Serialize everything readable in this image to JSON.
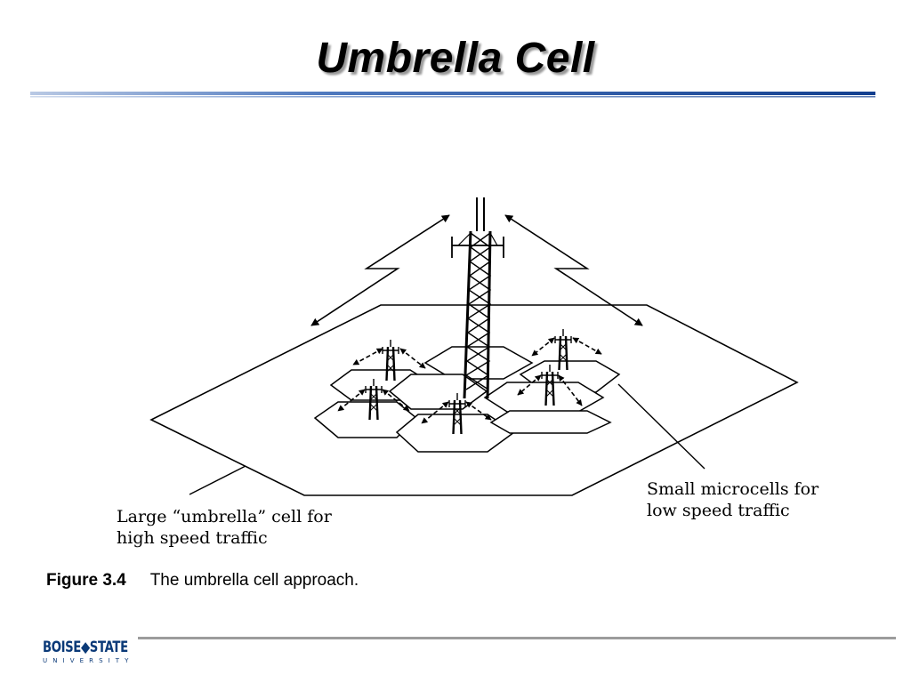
{
  "slide": {
    "title": "Umbrella Cell"
  },
  "diagram": {
    "umbrella_label_line1": "Large “umbrella” cell for",
    "umbrella_label_line2": "high speed traffic",
    "microcell_label_line1": "Small microcells for",
    "microcell_label_line2": "low speed traffic"
  },
  "caption": {
    "figure_label": "Figure 3.4",
    "figure_text": "The umbrella cell approach."
  },
  "logo": {
    "name": "BOISE",
    "name_second": "STATE",
    "subtext": "UNIVERSITY"
  },
  "colors": {
    "title_rule": "#1f4e9a",
    "logo": "#0b3a78",
    "footer_rule": "#9c9c9c"
  }
}
